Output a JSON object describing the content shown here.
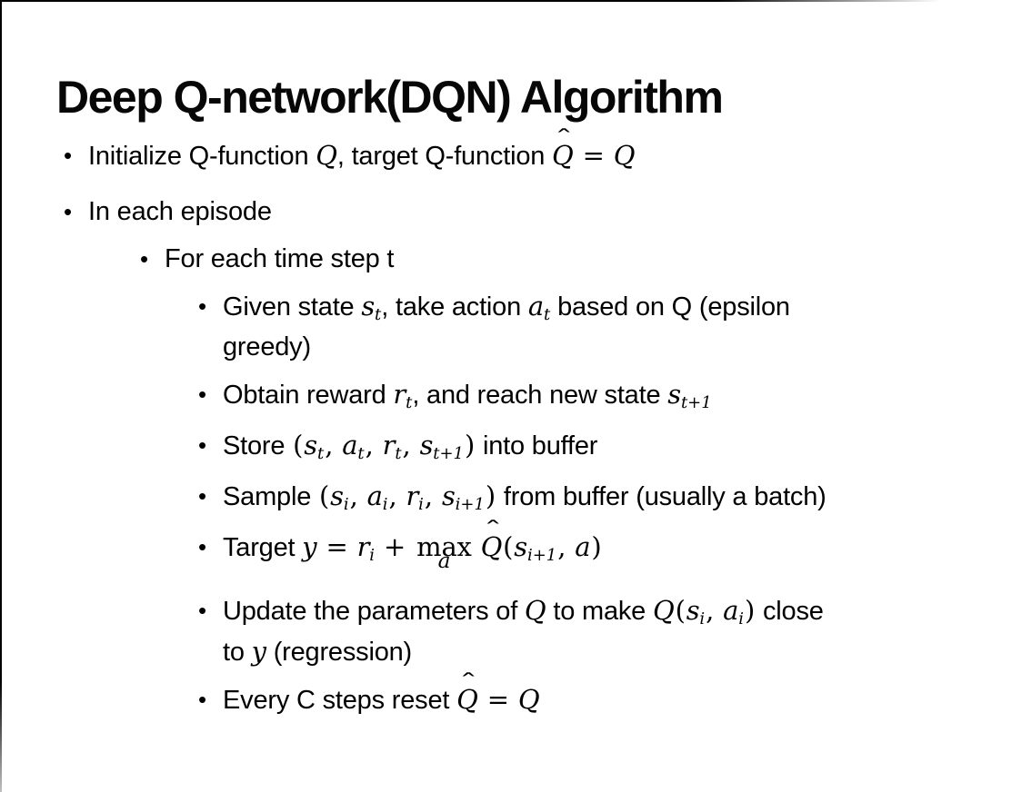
{
  "colors": {
    "background": "#ffffff",
    "text": "#000000",
    "frame_border": "#000000"
  },
  "slide": {
    "title": "Deep Q-network(DQN) Algorithm",
    "bullets": [
      {
        "level": 1,
        "runs": [
          {
            "t": "Initialize Q-function "
          },
          {
            "m": "Q"
          },
          {
            "t": ", target Q-function "
          },
          {
            "hat": "Q",
            "accent": "ˆ"
          },
          {
            "o": " = "
          },
          {
            "m": "Q"
          }
        ]
      },
      {
        "level": 1,
        "runs": [
          {
            "t": "In each episode"
          }
        ]
      },
      {
        "level": 2,
        "runs": [
          {
            "t": "For each time step t"
          }
        ]
      },
      {
        "level": 3,
        "runs": [
          {
            "t": "Given state "
          },
          {
            "m": "s",
            "sub": "t"
          },
          {
            "t": ", take action "
          },
          {
            "m": "a",
            "sub": "t"
          },
          {
            "t": " based on Q (epsilon"
          },
          {
            "br": true
          },
          {
            "t": "greedy)"
          }
        ]
      },
      {
        "level": 3,
        "runs": [
          {
            "t": "Obtain reward "
          },
          {
            "m": "r",
            "sub": "t"
          },
          {
            "t": ", and reach new state "
          },
          {
            "m": "s",
            "sub": "t+1"
          }
        ]
      },
      {
        "level": 3,
        "runs": [
          {
            "t": "Store "
          },
          {
            "o": "("
          },
          {
            "m": "s",
            "sub": "t"
          },
          {
            "o": ", "
          },
          {
            "m": "a",
            "sub": "t"
          },
          {
            "o": ", "
          },
          {
            "m": "r",
            "sub": "t"
          },
          {
            "o": ", "
          },
          {
            "m": "s",
            "sub": "t+1"
          },
          {
            "o": ")"
          },
          {
            "t": " into buffer"
          }
        ]
      },
      {
        "level": 3,
        "runs": [
          {
            "t": "Sample "
          },
          {
            "o": "("
          },
          {
            "m": "s",
            "sub": "i"
          },
          {
            "o": ", "
          },
          {
            "m": "a",
            "sub": "i"
          },
          {
            "o": ", "
          },
          {
            "m": "r",
            "sub": "i"
          },
          {
            "o": ", "
          },
          {
            "m": "s",
            "sub": "i+1"
          },
          {
            "o": ")"
          },
          {
            "t": " from buffer (usually a batch)"
          }
        ]
      },
      {
        "level": 3,
        "runs": [
          {
            "t": "Target "
          },
          {
            "m": "y"
          },
          {
            "o": " = "
          },
          {
            "m": "r",
            "sub": "i"
          },
          {
            "o": " + "
          },
          {
            "stack": true,
            "top": "max",
            "bottom": "a"
          },
          {
            "t": " "
          },
          {
            "hat": "Q",
            "accent": "ˆ"
          },
          {
            "o": "("
          },
          {
            "m": "s",
            "sub": "i+1"
          },
          {
            "o": ", "
          },
          {
            "m": "a"
          },
          {
            "o": ")"
          }
        ]
      },
      {
        "level": 3,
        "runs": [
          {
            "t": "Update the parameters of "
          },
          {
            "m": "Q"
          },
          {
            "t": " to make "
          },
          {
            "m": "Q"
          },
          {
            "o": "("
          },
          {
            "m": "s",
            "sub": "i"
          },
          {
            "o": ", "
          },
          {
            "m": "a",
            "sub": "i"
          },
          {
            "o": ")"
          },
          {
            "t": " close"
          },
          {
            "br": true
          },
          {
            "t": "to "
          },
          {
            "m": "y"
          },
          {
            "t": " (regression)"
          }
        ]
      },
      {
        "level": 3,
        "runs": [
          {
            "t": "Every C steps reset "
          },
          {
            "hat": "Q",
            "accent": "ˆ"
          },
          {
            "o": " = "
          },
          {
            "m": "Q"
          }
        ]
      }
    ]
  }
}
